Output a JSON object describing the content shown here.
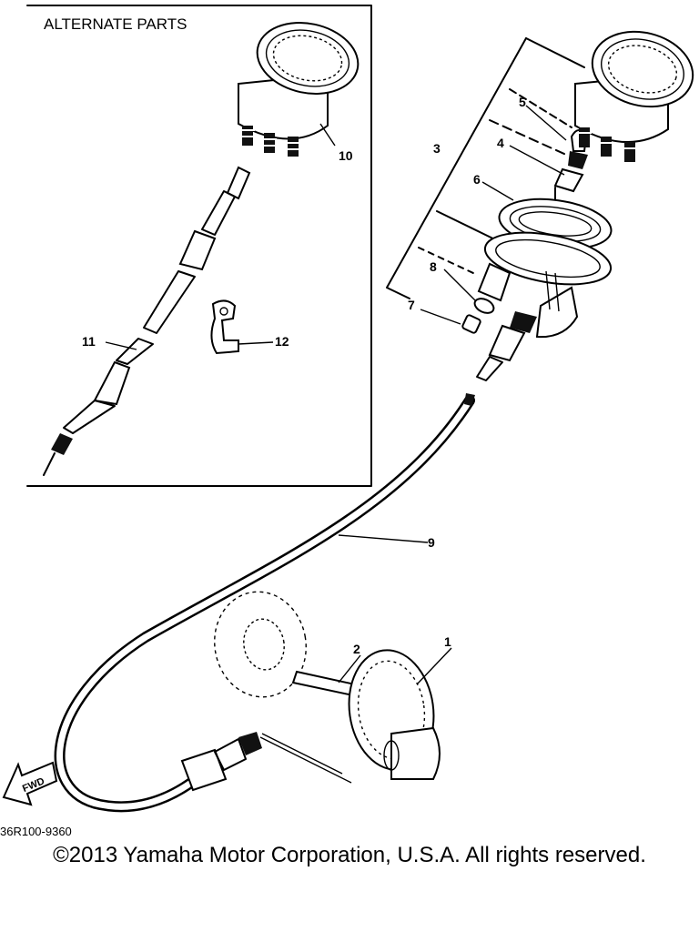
{
  "inset": {
    "title": "ALTERNATE PARTS"
  },
  "callouts": [
    "1",
    "2",
    "3",
    "4",
    "5",
    "6",
    "7",
    "8",
    "9",
    "10",
    "11",
    "12"
  ],
  "direction_arrow": {
    "label": "FWD",
    "icon": "forward-arrow-icon"
  },
  "diagram_code": "36R100-9360",
  "copyright": "©2013 Yamaha Motor Corporation, U.S.A. All rights reserved."
}
